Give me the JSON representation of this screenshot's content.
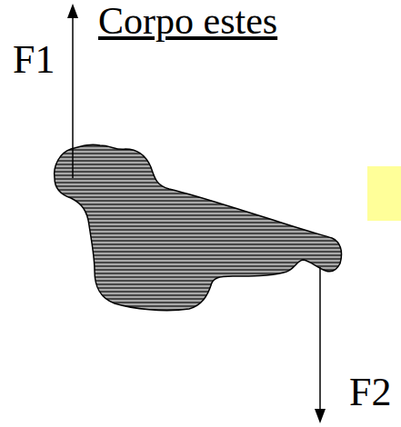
{
  "diagram": {
    "title": "Corpo estes",
    "labels": [
      "F1",
      "F2"
    ]
  }
}
